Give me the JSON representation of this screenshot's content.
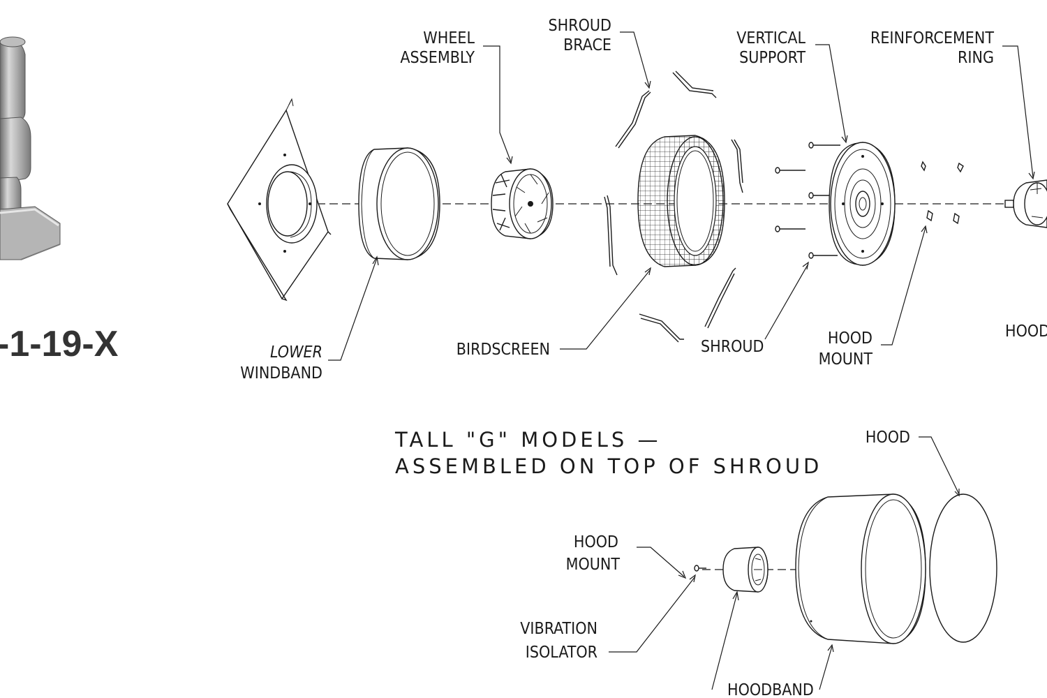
{
  "model_code": "-1-19-X",
  "section_title": {
    "line1": "TALL \"G\" MODELS —",
    "line2": "ASSEMBLED ON TOP OF SHROUD"
  },
  "labels": {
    "wheel_assembly": [
      "WHEEL",
      "ASSEMBLY"
    ],
    "shroud_brace": [
      "SHROUD",
      "BRACE"
    ],
    "vertical_support": [
      "VERTICAL",
      "SUPPORT"
    ],
    "reinforcement_ring": [
      "REINFORCEMENT",
      "RING"
    ],
    "lower_windband": [
      "LOWER",
      "WINDBAND"
    ],
    "birdscreen": "BIRDSCREEN",
    "shroud": "SHROUD",
    "hood_mount_top": [
      "HOOD",
      "MOUNT"
    ],
    "hood_top": "HOOD",
    "hood_bottom": "HOOD",
    "hood_mount_bottom": [
      "HOOD",
      "MOUNT"
    ],
    "vibration_isolator": [
      "VIBRATION",
      "ISOLATOR"
    ],
    "hoodband": "HOODBAND"
  },
  "colors": {
    "line": "#1a1a1a",
    "model_text": "#333333",
    "render_shade": "#9a9a9a"
  }
}
